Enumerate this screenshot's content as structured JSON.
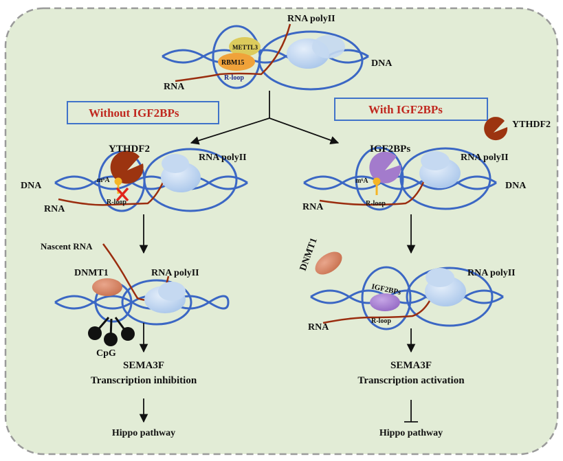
{
  "colors": {
    "background": "#e2ecd6",
    "border": "#9a9a9a",
    "dna": "#3b67c4",
    "rna": "#9a2d0f",
    "polymerase": "#b9d2ef",
    "ythdf2": "#9c3410",
    "igf2bp": "#a37bcc",
    "dnmt1": "#d6876c",
    "mettl3": "#dccb5c",
    "rbm15": "#f0a23a",
    "m6a": "#f5b525",
    "box_text": "#c0281f",
    "cross": "#e0241b",
    "arrow": "#111111"
  },
  "icons": {
    "polymerase": "rna-polymerase-icon",
    "ythdf2": "pacman-reader-icon",
    "igf2bp": "pacman-reader-icon",
    "dnmt1": "oval-enzyme-icon",
    "cpg": "methyl-lollipop-icon",
    "cross": "red-x-icon"
  },
  "top": {
    "rna_polyii": "RNA polyII",
    "dna": "DNA",
    "rna": "RNA",
    "mettl3": "METTL3",
    "rbm15": "RBM15",
    "r_loop": "R-loop"
  },
  "left": {
    "box_label": "Without IGF2BPs",
    "ythdf2": "YTHDF2",
    "rna_polyii": "RNA polyII",
    "dna": "DNA",
    "rna": "RNA",
    "m6a": "m⁶A",
    "r_loop": "R-loop",
    "nascent_rna": "Nascent RNA",
    "dnmt1": "DNMT1",
    "rna_polyii_2": "RNA polyII",
    "cpg": "CpG",
    "gene": "SEMA3F",
    "outcome": "Transcription inhibition",
    "pathway": "Hippo pathway"
  },
  "right": {
    "box_label": "With IGF2BPs",
    "ythdf2": "YTHDF2",
    "igf2bps": "IGF2BPs",
    "rna_polyii": "RNA polyII",
    "dna": "DNA",
    "rna": "RNA",
    "m6a": "m⁶A",
    "r_loop": "R-loop",
    "dnmt1": "DNMT1",
    "igf2bps_2": "IGF2BPs",
    "rna_polyii_2": "RNA polyII",
    "rna_2": "RNA",
    "r_loop_2": "R-loop",
    "gene": "SEMA3F",
    "outcome": "Transcription activation",
    "pathway": "Hippo pathway"
  }
}
